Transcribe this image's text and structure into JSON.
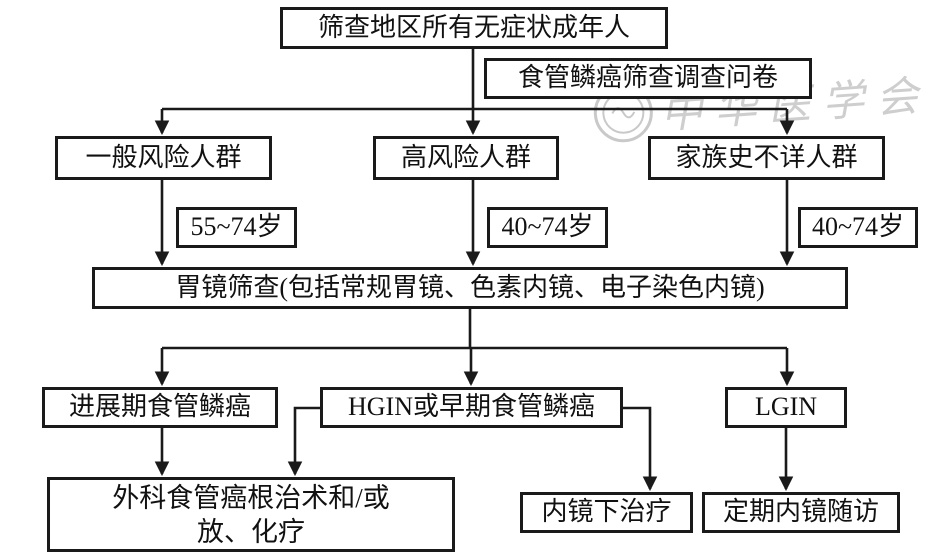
{
  "figure": {
    "background": "#ffffff",
    "line_color": "#1a1a1a",
    "text_color": "#111111",
    "watermark_color": "#c9c9c9"
  },
  "watermark": {
    "text": "中华医学会",
    "icon": "seal-circle"
  },
  "nodes": {
    "population": "筛查地区所有无症状成年人",
    "questionnaire": "食管鳞癌筛查调查问卷",
    "general_risk": "一般风险人群",
    "high_risk": "高风险人群",
    "unknown_family_history": "家族史不详人群",
    "age_general": "55~74岁",
    "age_high": "40~74岁",
    "age_unknown": "40~74岁",
    "gastroscopy": "胃镜筛查(包括常规胃镜、色素内镜、电子染色内镜)",
    "advanced_escc": "进展期食管鳞癌",
    "hgin_or_early_escc": "HGIN或早期食管鳞癌",
    "lgin": "LGIN",
    "surgery_line1": "外科食管癌根治术和/或",
    "surgery_line2": "放、化疗",
    "endoscopic_treatment": "内镜下治疗",
    "periodic_followup": "定期内镜随访"
  }
}
